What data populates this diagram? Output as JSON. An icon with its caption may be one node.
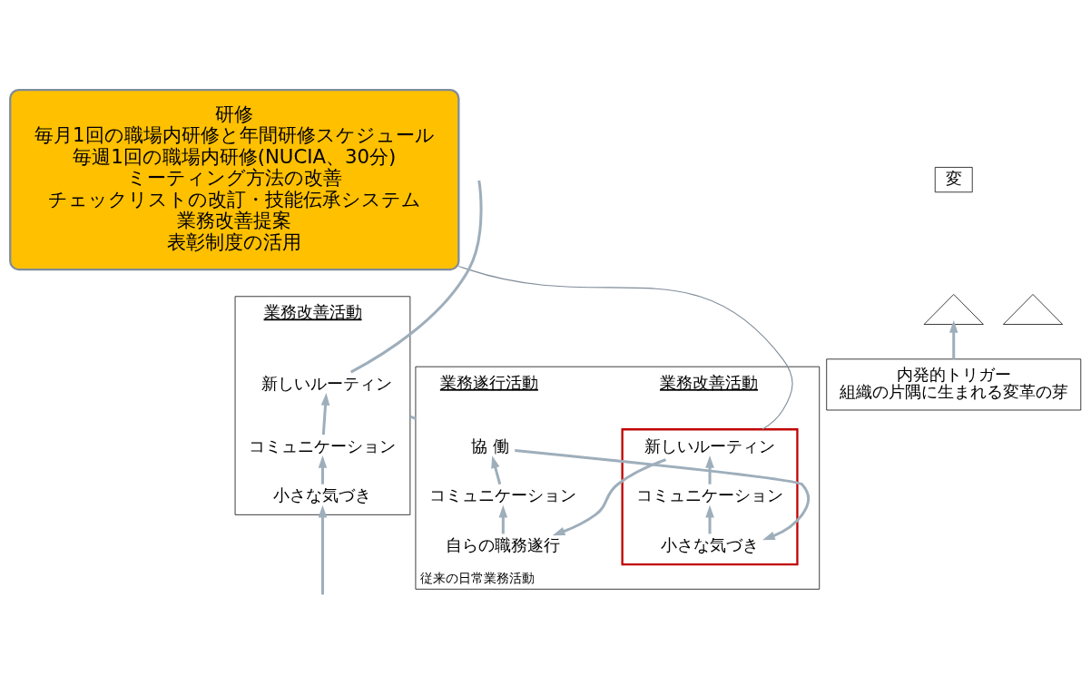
{
  "diagram": {
    "nodes": [
      {
        "text": [
          "研修",
          "毎月1回の職場内研修と年間研修スケジュール",
          "毎週1回の職場内研修(NUCIA、30分)",
          "ミーティング方法の改善",
          "チェックリストの改訂・技能伝承システム",
          "業務改善提案",
          "表彰制度の活用"
        ]
      },
      {
        "text": [],
        "shape": "box"
      },
      {
        "text": [
          "新しいルーティン"
        ],
        "in": 1
      },
      {
        "text": [
          "コミュニケーション"
        ],
        "in": 1
      },
      {
        "text": [
          "小さな気づき"
        ],
        "in": 1
      },
      {
        "text": [
          "変"
        ]
      },
      {
        "text": [],
        "shape": "triangle"
      },
      {
        "text": [],
        "shape": "triangle"
      },
      {
        "text": [
          "内発的トリガー",
          "組織の片隅に生まれる変革の芽"
        ]
      },
      {
        "text": [
          "従来の日常業務活動"
        ]
      },
      {
        "text": [
          "協 働"
        ],
        "in": 9
      },
      {
        "text": [
          "コミュニケーション"
        ],
        "in": 9
      },
      {
        "text": [
          "自らの職務遂行"
        ],
        "in": 9
      },
      {
        "text": [],
        "shape": "box",
        "in": 9
      },
      {
        "text": [
          "新しいルーティン"
        ],
        "in": 13
      },
      {
        "text": [
          "コミュニケーション"
        ],
        "in": 13
      },
      {
        "text": [
          "小さな気づき"
        ],
        "in": 13
      }
    ],
    "edges": [
      {
        "from": 0,
        "to": 13,
        "arrow": "none",
        "color": "#7f8c99"
      },
      {
        "from": 4,
        "to": 3,
        "arrow": "to"
      },
      {
        "from": 3,
        "to": 2,
        "arrow": "to"
      },
      {
        "from": 2,
        "to": null,
        "arrow": "none"
      },
      {
        "from": null,
        "to": 4,
        "arrow": "to"
      },
      {
        "from": 8,
        "to": 6,
        "arrow": "to"
      },
      {
        "from": 9,
        "to": 1,
        "arrow": "none"
      },
      {
        "from": 11,
        "to": 10,
        "arrow": "to"
      },
      {
        "from": 12,
        "to": 11,
        "arrow": "to"
      },
      {
        "from": 14,
        "to": 12,
        "arrow": "to"
      },
      {
        "from": 10,
        "to": 16,
        "arrow": "to"
      },
      {
        "from": 16,
        "to": 15,
        "arrow": "to"
      },
      {
        "from": 15,
        "to": 14,
        "arrow": "to"
      }
    ],
    "labels": [
      "業務改善活動",
      "業務遂行活動",
      "業務改善活動"
    ]
  }
}
